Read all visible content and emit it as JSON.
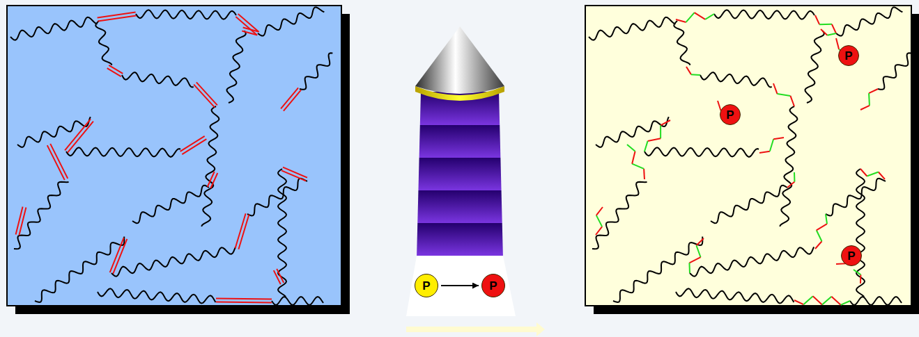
{
  "diagram": {
    "nodes": [
      {
        "text": [
          "P"
        ]
      },
      {
        "text": [
          "P"
        ]
      },
      {
        "text": [
          "P"
        ]
      },
      {
        "text": [
          "P"
        ]
      },
      {
        "text": [
          "P"
        ]
      }
    ],
    "edges": [
      {
        "from": 0,
        "to": 1,
        "arrow": "to"
      }
    ]
  }
}
